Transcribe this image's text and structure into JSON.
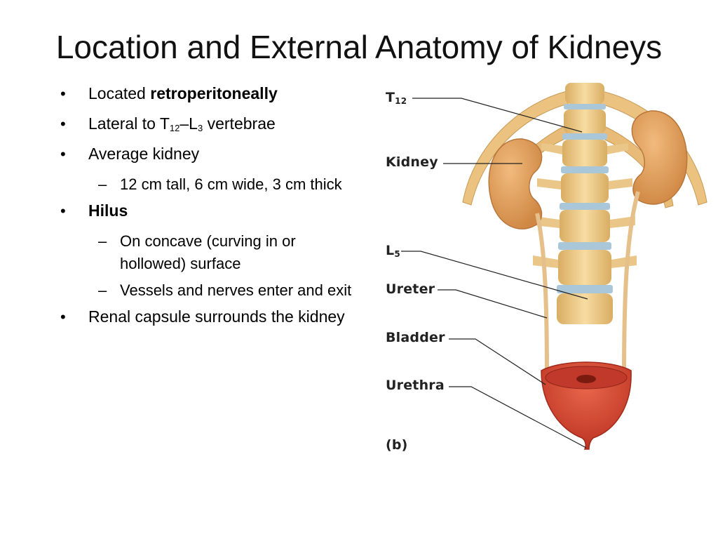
{
  "slide": {
    "title": "Location and External Anatomy of Kidneys",
    "bullets": [
      {
        "prefix": "Located ",
        "bold": "retroperitoneally"
      },
      {
        "lateral_pre": "Lateral to T",
        "lateral_sub1": "12",
        "lateral_mid": "–L",
        "lateral_sub2": "3",
        "lateral_post": " vertebrae"
      },
      {
        "text": "Average kidney",
        "sub": [
          "12 cm tall, 6 cm wide, 3 cm thick"
        ]
      },
      {
        "bold": "Hilus",
        "sub": [
          "On concave (curving in or hollowed) surface",
          "Vessels and nerves enter and exit"
        ]
      },
      {
        "text": "Renal capsule surrounds the kidney"
      }
    ]
  },
  "figure": {
    "labels": {
      "t12_letter": "T",
      "t12_sub": "12",
      "kidney": "Kidney",
      "l5_letter": "L",
      "l5_sub": "5",
      "ureter": "Ureter",
      "bladder": "Bladder",
      "urethra": "Urethra",
      "panel": "(b)"
    },
    "colors": {
      "bone": "#f2cf8f",
      "disc": "#a9c7d8",
      "kidney": "#e3a25f",
      "bladder": "#d8472e"
    }
  }
}
